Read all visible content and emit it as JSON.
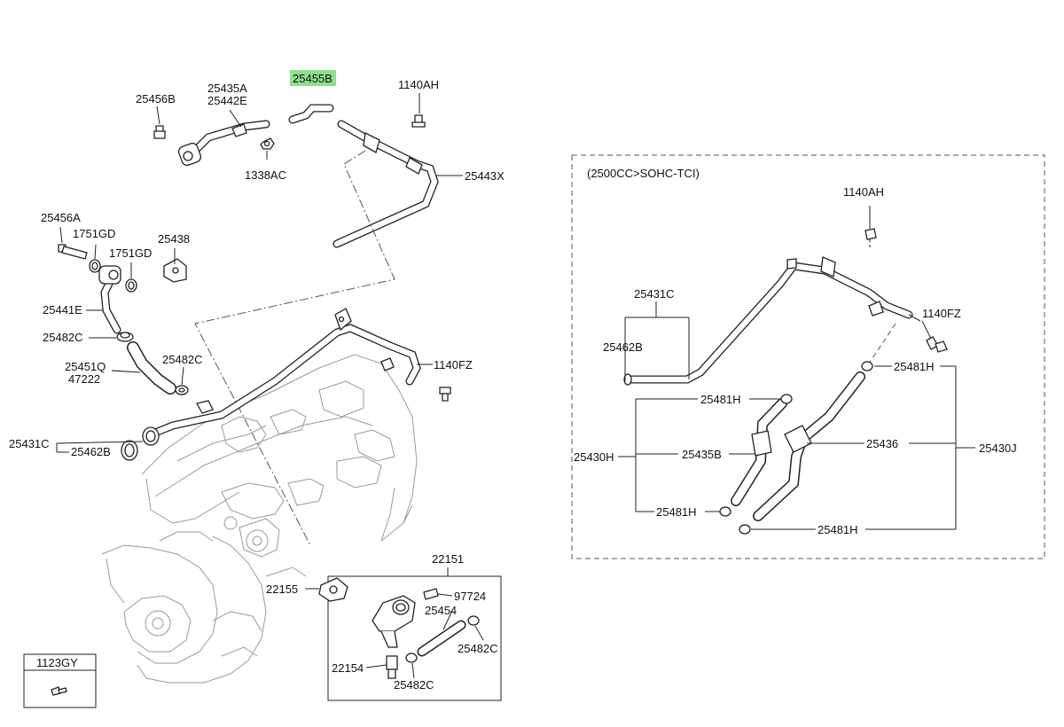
{
  "diagram": {
    "section_note": "(2500CC>SOHC-TCI)",
    "highlight_color": "#8ee08e",
    "labels": {
      "l25455b": "25455B",
      "l25435a": "25435A",
      "l25442e": "25442E",
      "l25456b": "25456B",
      "l1140ah_a": "1140AH",
      "l1338ac": "1338AC",
      "l25443x": "25443X",
      "l25456a": "25456A",
      "l1751gd_a": "1751GD",
      "l1751gd_b": "1751GD",
      "l25438": "25438",
      "l25441e": "25441E",
      "l25482c_a": "25482C",
      "l25451q": "25451Q",
      "l47222": "47222",
      "l25482c_b": "25482C",
      "l1140fz_a": "1140FZ",
      "l25431c_a": "25431C",
      "l25462b_a": "25462B",
      "l22151": "22151",
      "l22155": "22155",
      "l97724": "97724",
      "l25454": "25454",
      "l25482c_c": "25482C",
      "l22154": "22154",
      "l25482c_d": "25482C",
      "l1123gy": "1123GY",
      "l1140ah_b": "1140AH",
      "l25431c_b": "25431C",
      "l25462b_b": "25462B",
      "l1140fz_b": "1140FZ",
      "l25481h_a": "25481H",
      "l25481h_b": "25481H",
      "l25430h": "25430H",
      "l25435b": "25435B",
      "l25436": "25436",
      "l25430j": "25430J",
      "l25481h_c": "25481H",
      "l25481h_d": "25481H"
    }
  }
}
